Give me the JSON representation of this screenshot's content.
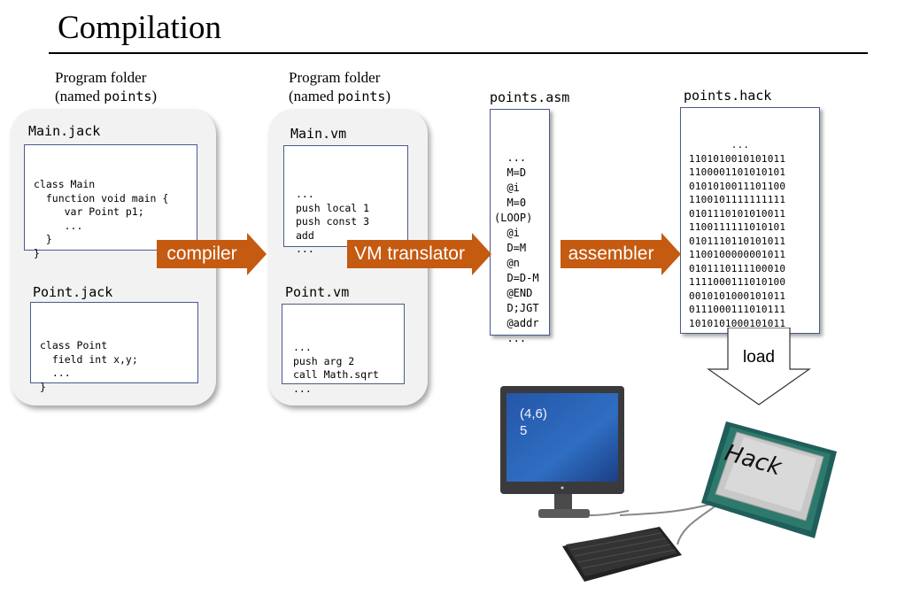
{
  "title": "Compilation",
  "folders": [
    {
      "label_line1": "Program folder",
      "label_line2_prefix": "(named ",
      "label_line2_name": "points",
      "label_line2_suffix": ")",
      "files": [
        {
          "name": "Main.jack",
          "lines": [
            "class Main",
            "  function void main {",
            "     var Point p1;",
            "     ...",
            "  }",
            "}"
          ]
        },
        {
          "name": "Point.jack",
          "lines": [
            "class Point",
            "  field int x,y;",
            "  ...",
            "}"
          ]
        }
      ]
    },
    {
      "label_line1": "Program folder",
      "label_line2_prefix": "(named ",
      "label_line2_name": "points",
      "label_line2_suffix": ")",
      "files": [
        {
          "name": "Main.vm",
          "lines": [
            "...",
            "push local 1",
            "push const 3",
            "add",
            "..."
          ]
        },
        {
          "name": "Point.vm",
          "lines": [
            "...",
            "push arg 2",
            "call Math.sqrt",
            "..."
          ]
        }
      ]
    }
  ],
  "asm": {
    "name": "points.asm",
    "lines": [
      "  ...",
      "  M=D",
      "  @i",
      "  M=0",
      "(LOOP)",
      "  @i",
      "  D=M",
      "  @n",
      "  D=D-M",
      "  @END",
      "  D;JGT",
      "  @addr",
      "  ..."
    ]
  },
  "hack": {
    "name": "points.hack",
    "lines": [
      "       ...",
      "1101010010101011",
      "1100001101010101",
      "0101010011101100",
      "1100101111111111",
      "0101110101010011",
      "1100111111010101",
      "0101110110101011",
      "1100100000001011",
      "0101110111100010",
      "1111000111010100",
      "0010101000101011",
      "0111000111010111",
      "1010101000101011",
      "       ..."
    ]
  },
  "arrows": {
    "compiler": "compiler",
    "vm_translator": "VM translator",
    "assembler": "assembler",
    "load": "load"
  },
  "screen": {
    "line1": "(4,6)",
    "line2": "5"
  },
  "chip_label": "Hack",
  "colors": {
    "arrow": "#c55a11",
    "folder_bg": "#f2f2f2",
    "box_border": "#4a5a8c",
    "screen": "#1f4fa0"
  }
}
